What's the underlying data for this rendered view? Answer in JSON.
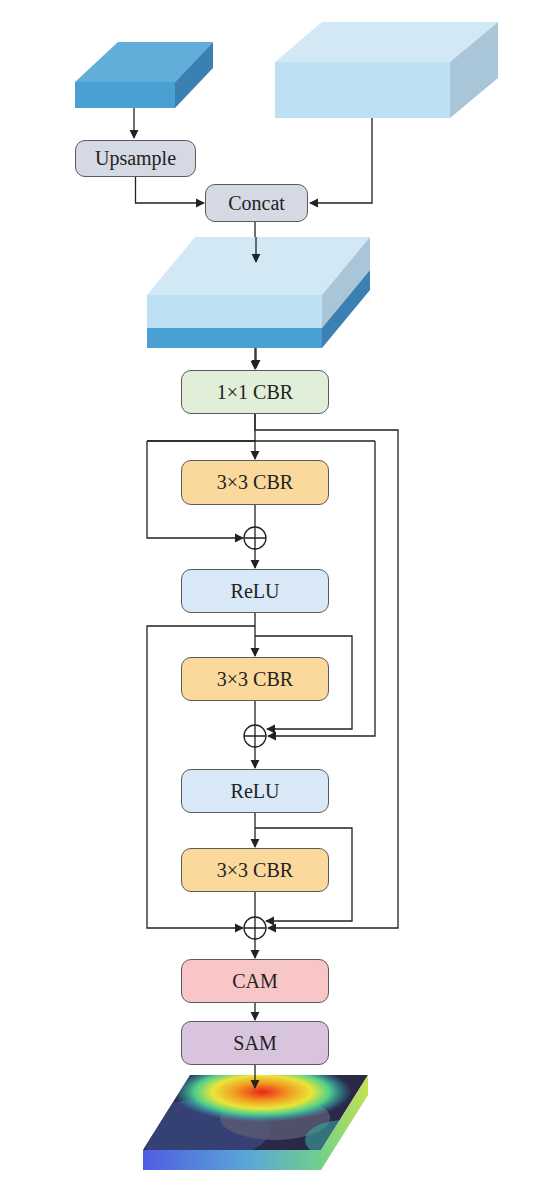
{
  "diagram": {
    "nodes": [
      {
        "text": [
          "Upsample"
        ]
      },
      {
        "text": [
          "Concat"
        ]
      },
      {
        "text": [
          "1×1 CBR"
        ]
      },
      {
        "text": [
          "3×3 CBR"
        ]
      },
      {
        "text": [
          "ReLU"
        ]
      },
      {
        "text": [
          "3×3 CBR"
        ]
      },
      {
        "text": [
          "ReLU"
        ]
      },
      {
        "text": [
          "3×3 CBR"
        ]
      },
      {
        "text": [
          "CAM"
        ]
      },
      {
        "text": [
          "SAM"
        ]
      }
    ],
    "edges": [
      {
        "from": 0,
        "to": 1,
        "arrow": "to"
      },
      {
        "from": 1,
        "to": 2,
        "arrow": "to"
      },
      {
        "from": 2,
        "to": 3,
        "arrow": "to"
      },
      {
        "from": 3,
        "to": 4,
        "arrow": "to"
      },
      {
        "from": 4,
        "to": 5,
        "arrow": "to"
      },
      {
        "from": 5,
        "to": 6,
        "arrow": "to"
      },
      {
        "from": 6,
        "to": 7,
        "arrow": "to"
      },
      {
        "from": 7,
        "to": 8,
        "arrow": "to"
      },
      {
        "from": 8,
        "to": 9,
        "arrow": "to"
      }
    ]
  }
}
